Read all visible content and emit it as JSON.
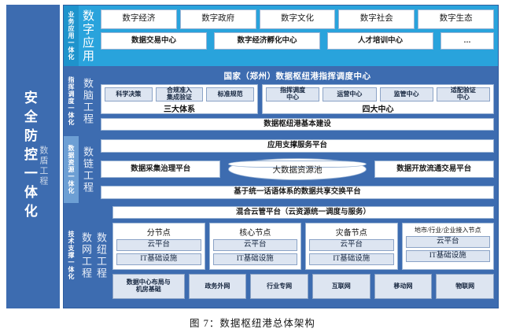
{
  "figure": {
    "caption": "图 7：数据枢纽港总体架构"
  },
  "security_column": {
    "main_label": "安全防控一体化",
    "sub_label": "数盾工程"
  },
  "bands": [
    {
      "integration_label": "业务应用一体化",
      "project_label": "数字应用",
      "row1": [
        "数字经济",
        "数字政府",
        "数字文化",
        "数字社会",
        "数字生态"
      ],
      "row2": [
        "数据交易中心",
        "数字经济孵化中心",
        "人才培训中心",
        "…"
      ]
    },
    {
      "integration_label": "指挥调度一体化",
      "project_label": "数脑工程",
      "center_title": "国家（郑州）数据枢纽港指挥调度中心",
      "group_left": {
        "items": [
          "科学决策",
          "合规准入\n集成验证",
          "标准规范"
        ],
        "caption": "三大体系"
      },
      "group_right": {
        "items": [
          "指挥调度\n中心",
          "运营中心",
          "监管中心",
          "适配验证\n中心"
        ],
        "caption": "四大中心"
      },
      "footer": "数据枢纽港基本建设"
    },
    {
      "integration_label": "数据资源一体化",
      "project_label": "数链工程",
      "header": "应用支撑服务平台",
      "middle": [
        "数据采集治理平台",
        "大数据资源池",
        "数据开放流通交易平台"
      ],
      "footer": "基于统一话语体系的数据共享交换平台"
    },
    {
      "integration_label": "技术支撑一体化",
      "project_label_top": "数纽工程",
      "project_label_bottom": "数网工程",
      "cloud_header": "混合云管平台（云资源统一调度与服务）",
      "nodes": [
        {
          "title": "分节点",
          "items": [
            "云平台",
            "IT基础设施"
          ]
        },
        {
          "title": "核心节点",
          "items": [
            "云平台",
            "IT基础设施"
          ]
        },
        {
          "title": "灾备节点",
          "items": [
            "云平台",
            "IT基础设施"
          ]
        },
        {
          "title": "地市/行业/企业接入节点",
          "items": [
            "云平台",
            "IT基础设施"
          ]
        }
      ],
      "networks": [
        "数据中心布局与\n机房基础",
        "政务外网",
        "行业专网",
        "互联网",
        "移动网",
        "物联网"
      ]
    }
  ],
  "colors": {
    "frame_blue": "#3d6cb0",
    "band1_cyan": "#29a3dc",
    "tag_light": "#6d9fd4",
    "box_fill": "#dde5f1"
  }
}
